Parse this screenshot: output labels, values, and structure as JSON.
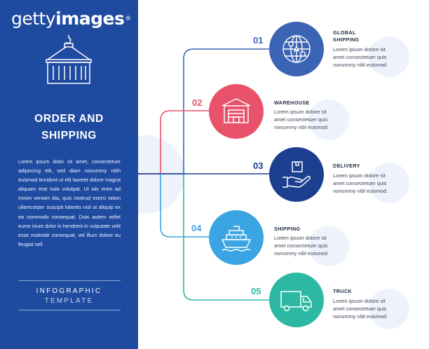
{
  "sidebar": {
    "logo_light": "getty",
    "logo_bold": "images",
    "logo_reg": "®",
    "title_line1": "ORDER AND",
    "title_line2": "SHIPPING",
    "body": "Lorem ipsum dolor sit amet, consectetuer adipiscing elit, sed diam nonummy nibh euismod tincidunt ut elit laoreet dolore magna aliquam erat nula volutpat. Ut wis enim ad minim veniam bla, quis nostrud exerci tation ullamcorper suscipit lobortis nisl ut aliquip ex ea commodo consequat. Duis autem vellet eume iriure dolor in hendrerit in vulputate velit esse molestie consequat, vel illum dolore eu feugiat vell.",
    "subtitle1": "INFOGRAPHIC",
    "subtitle2": "TEMPLATE"
  },
  "colors": {
    "sidebar": "#1e4aa0",
    "blue": "#3c64b4",
    "red": "#e8536b",
    "navy": "#1d3f8f",
    "sky": "#3aa5e2",
    "teal": "#2cb8a3"
  },
  "steps": [
    {
      "number": "01",
      "label_line1": "GLOBAL",
      "label_line2": "SHIPPING",
      "icon": "globe-plane-icon",
      "color": "#3c64b4",
      "desc": [
        "Lorem ipsum dolore sit",
        "amet consectetuer quis",
        "nonummy nibl euismod."
      ]
    },
    {
      "number": "02",
      "label_line1": "WAREHOUSE",
      "label_line2": "",
      "icon": "warehouse-icon",
      "color": "#e8536b",
      "desc": [
        "Lorem ipsum dolore sit",
        "amet consectetuer quis",
        "nonummy nibl euismod."
      ]
    },
    {
      "number": "03",
      "label_line1": "DELIVERY",
      "label_line2": "",
      "icon": "hand-package-icon",
      "color": "#1d3f8f",
      "desc": [
        "Lorem ipsum dolore sit",
        "amet consectetuer quis",
        "nonummy nibl euismod."
      ]
    },
    {
      "number": "04",
      "label_line1": "SHIPPING",
      "label_line2": "",
      "icon": "cargo-ship-icon",
      "color": "#3aa5e2",
      "desc": [
        "Lorem ipsum dolore sit",
        "amet consectetuer quis",
        "nonummy nibl euismod."
      ]
    },
    {
      "number": "05",
      "label_line1": "TRUCK",
      "label_line2": "",
      "icon": "truck-icon",
      "color": "#2cb8a3",
      "desc": [
        "Lorem ipsum dolore sit",
        "amet consectetuer quis",
        "nonummy nibl euismod."
      ]
    }
  ]
}
